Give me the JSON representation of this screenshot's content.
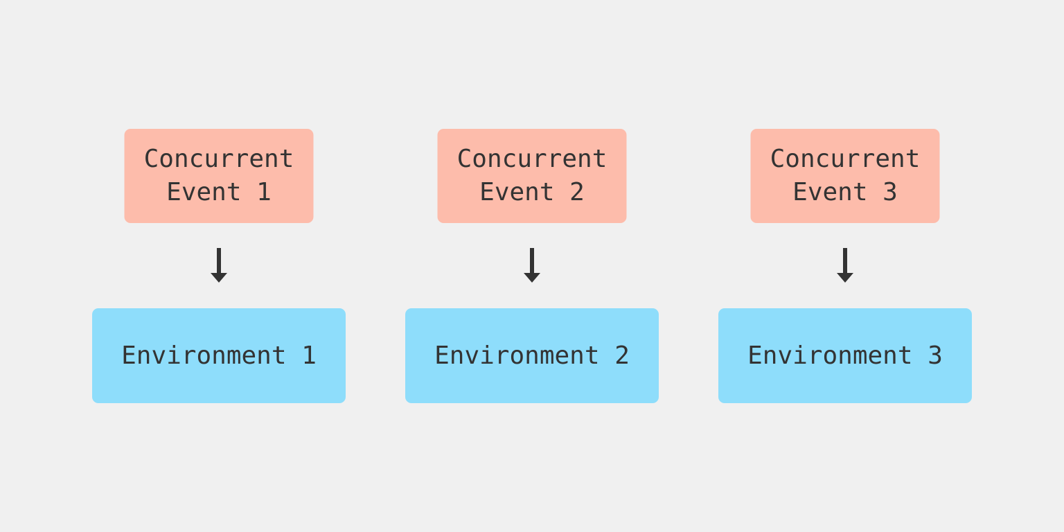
{
  "diagram": {
    "type": "flow",
    "background_color": "#f0f0f0",
    "event_box_color": "#fdbcab",
    "environment_box_color": "#8eddfb",
    "text_color": "#333333",
    "arrow_color": "#333333",
    "columns": [
      {
        "event_label": "Concurrent\nEvent 1",
        "arrow_icon": "down-arrow-icon",
        "environment_label": "Environment 1"
      },
      {
        "event_label": "Concurrent\nEvent 2",
        "arrow_icon": "down-arrow-icon",
        "environment_label": "Environment 2"
      },
      {
        "event_label": "Concurrent\nEvent 3",
        "arrow_icon": "down-arrow-icon",
        "environment_label": "Environment 3"
      }
    ]
  }
}
